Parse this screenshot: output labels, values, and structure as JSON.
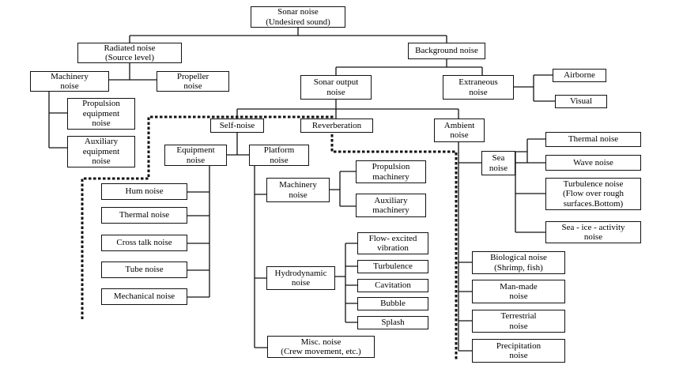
{
  "nodes": {
    "sonar_noise": [
      "Sonar noise",
      "(Undesired sound)"
    ],
    "radiated_noise": [
      "Radiated noise",
      "(Source level)"
    ],
    "background_noise": [
      "Background noise"
    ],
    "machinery_noise": [
      "Machinery",
      "noise"
    ],
    "propeller_noise": [
      "Propeller",
      "noise"
    ],
    "propulsion_equipment_noise": [
      "Propulsion",
      "equipment",
      "noise"
    ],
    "auxiliary_equipment_noise": [
      "Auxiliary",
      "equipment",
      "noise"
    ],
    "sonar_output_noise": [
      "Sonar output",
      "noise"
    ],
    "extraneous_noise": [
      "Extraneous",
      "noise"
    ],
    "airborne": [
      "Airborne"
    ],
    "visual": [
      "Visual"
    ],
    "self_noise": [
      "Self-noise"
    ],
    "reverberation": [
      "Reverberation"
    ],
    "ambient_noise": [
      "Ambient",
      "noise"
    ],
    "equipment_noise": [
      "Equipment",
      "noise"
    ],
    "platform_noise": [
      "Platform",
      "noise"
    ],
    "hum_noise": [
      "Hum noise"
    ],
    "thermal_noise_equipment": [
      "Thermal noise"
    ],
    "cross_talk_noise": [
      "Cross talk noise"
    ],
    "tube_noise": [
      "Tube noise"
    ],
    "mechanical_noise": [
      "Mechanical noise"
    ],
    "platform_machinery_noise": [
      "Machinery",
      "noise"
    ],
    "propulsion_machinery": [
      "Propulsion",
      "machinery"
    ],
    "auxiliary_machinery": [
      "Auxiliary",
      "machinery"
    ],
    "hydrodynamic_noise": [
      "Hydrodynamic",
      "noise"
    ],
    "flow_excited_vibration": [
      "Flow- excited",
      "vibration"
    ],
    "turbulence": [
      "Turbulence"
    ],
    "cavitation": [
      "Cavitation"
    ],
    "bubble": [
      "Bubble"
    ],
    "splash": [
      "Splash"
    ],
    "misc_noise": [
      "Misc. noise",
      "(Crew movement, etc.)"
    ],
    "sea_noise": [
      "Sea",
      "noise"
    ],
    "thermal_noise_sea": [
      "Thermal noise"
    ],
    "wave_noise": [
      "Wave noise"
    ],
    "turbulence_noise": [
      "Turbulence noise",
      "(Flow over rough",
      "surfaces.Bottom)"
    ],
    "sea_ice_activity_noise": [
      "Sea - ice - activity",
      "noise"
    ],
    "biological_noise": [
      "Biological noise",
      "(Shrimp, fish)"
    ],
    "man_made_noise": [
      "Man-made",
      "noise"
    ],
    "terrestrial_noise": [
      "Terrestrial",
      "noise"
    ],
    "precipitation_noise": [
      "Precipitation",
      "noise"
    ]
  }
}
